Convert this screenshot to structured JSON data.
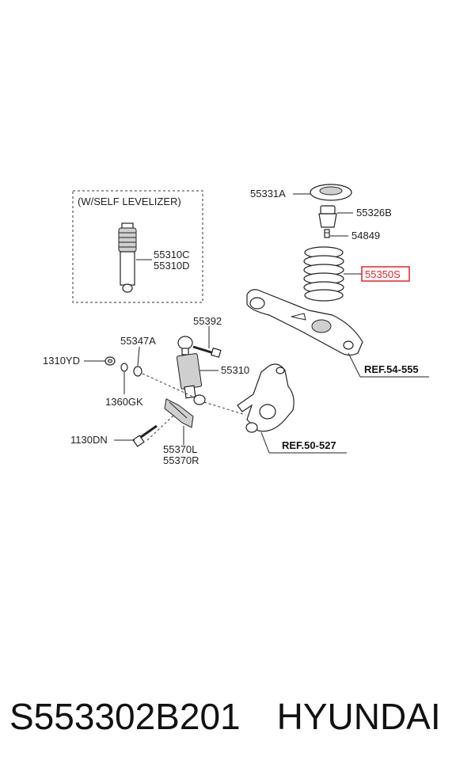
{
  "diagram": {
    "box_title": "(W/SELF LEVELIZER)",
    "labels": {
      "p55331A": "55331A",
      "p55326B": "55326B",
      "p54849": "54849",
      "p55350S": "55350S",
      "p55310C": "55310C",
      "p55310D": "55310D",
      "p55392": "55392",
      "p55347A": "55347A",
      "p1310YD": "1310YD",
      "p55310": "55310",
      "p1360GK": "1360GK",
      "p1130DN": "1130DN",
      "p55370L": "55370L",
      "p55370R": "55370R"
    },
    "refs": {
      "ref54": "REF.54-555",
      "ref50": "REF.50-527"
    },
    "highlight_color": "#e0262b"
  },
  "footer": {
    "part_number": "S553302B201",
    "brand": "HYUNDAI"
  }
}
